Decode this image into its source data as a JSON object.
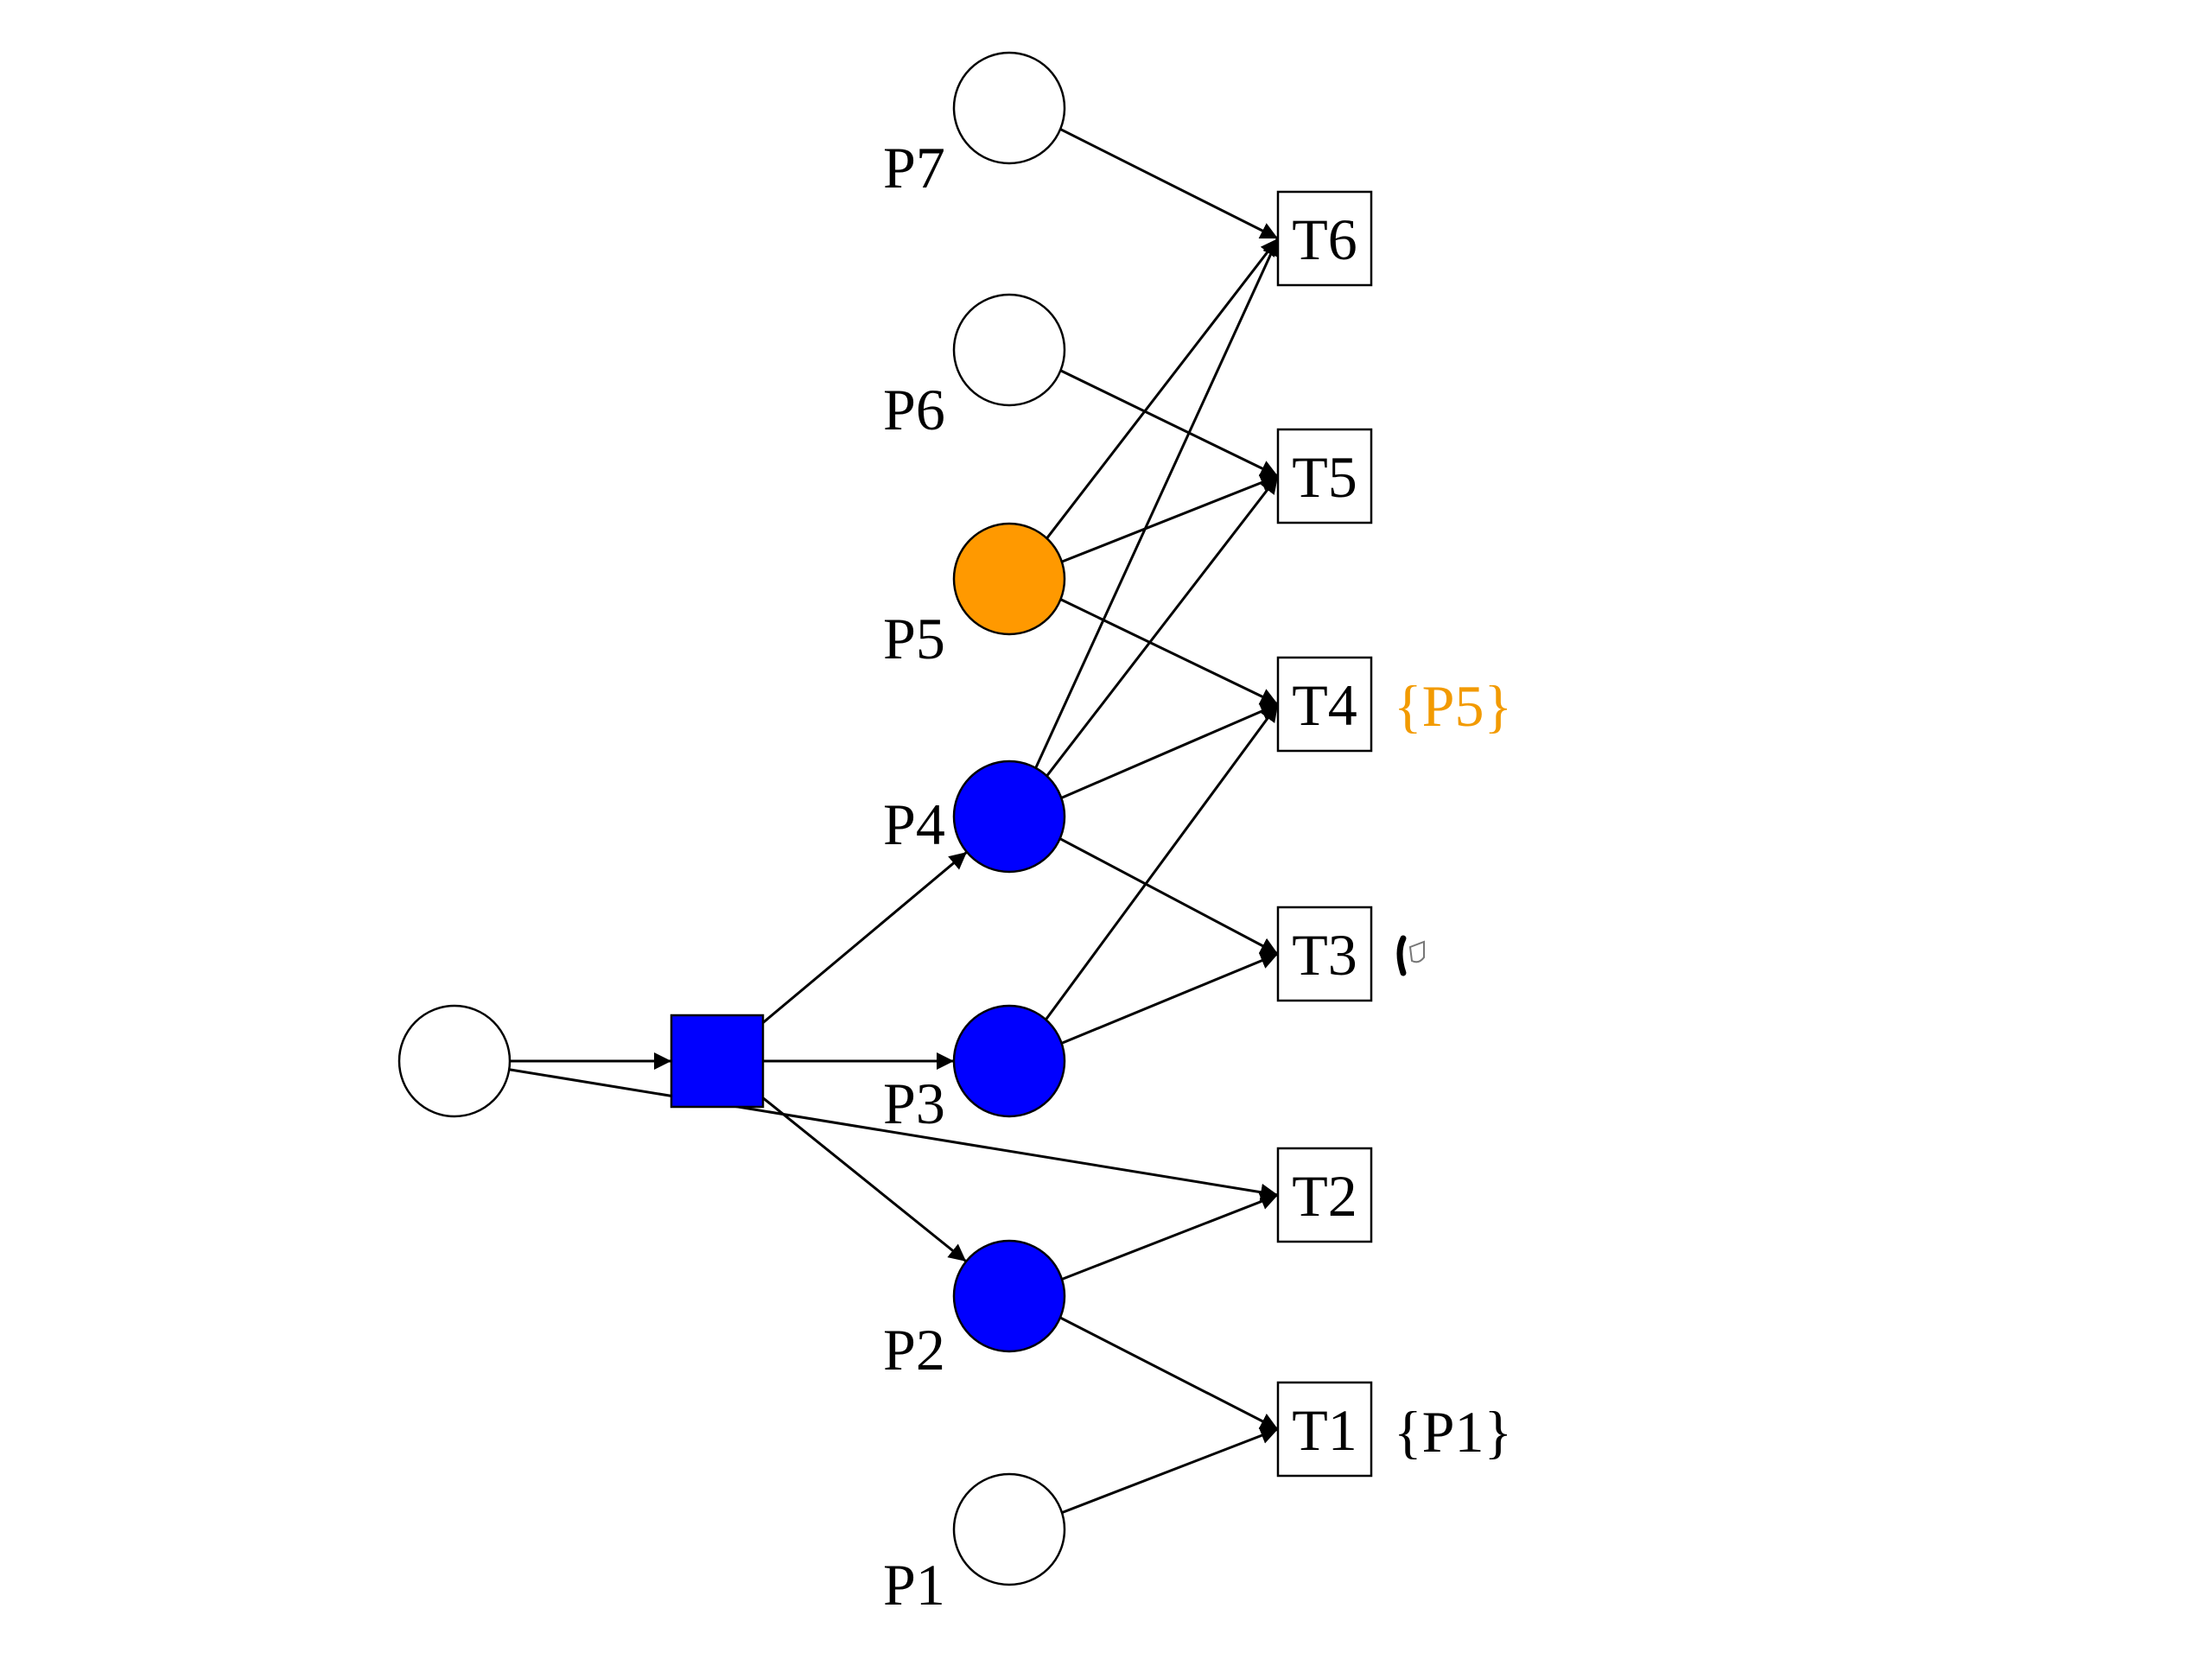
{
  "colors": {
    "stroke": "#000000",
    "empty": "#ffffff",
    "token_blue": "#0000ff",
    "token_orange": "#ff9900",
    "annotation_black": "#000000",
    "annotation_orange": "#f29a00"
  },
  "places": [
    {
      "id": "P7",
      "label": "P7",
      "fill": "empty"
    },
    {
      "id": "P6",
      "label": "P6",
      "fill": "empty"
    },
    {
      "id": "P5",
      "label": "P5",
      "fill": "token_orange"
    },
    {
      "id": "P4",
      "label": "P4",
      "fill": "token_blue"
    },
    {
      "id": "P3",
      "label": "P3",
      "fill": "token_blue"
    },
    {
      "id": "P2",
      "label": "P2",
      "fill": "token_blue"
    },
    {
      "id": "P1",
      "label": "P1",
      "fill": "empty"
    },
    {
      "id": "P0",
      "label": "",
      "fill": "empty"
    }
  ],
  "transitions": [
    {
      "id": "T6",
      "label": "T6"
    },
    {
      "id": "T5",
      "label": "T5"
    },
    {
      "id": "T4",
      "label": "T4"
    },
    {
      "id": "T3",
      "label": "T3"
    },
    {
      "id": "T2",
      "label": "T2"
    },
    {
      "id": "T1",
      "label": "T1"
    },
    {
      "id": "T0",
      "label": "",
      "fill": "token_blue"
    }
  ],
  "annotations": [
    {
      "id": "T4",
      "text": "{P5}",
      "color": "annotation_orange"
    },
    {
      "id": "T1",
      "text": "{P1}",
      "color": "annotation_black"
    },
    {
      "id": "T3",
      "icon": "cursor-glyph-icon"
    }
  ],
  "arcs": [
    {
      "from": "P0",
      "to": "T0"
    },
    {
      "from": "P0",
      "to": "T2"
    },
    {
      "from": "T0",
      "to": "P4"
    },
    {
      "from": "T0",
      "to": "P3"
    },
    {
      "from": "T0",
      "to": "P2"
    },
    {
      "from": "P7",
      "to": "T6"
    },
    {
      "from": "P6",
      "to": "T5"
    },
    {
      "from": "P5",
      "to": "T6"
    },
    {
      "from": "P5",
      "to": "T5"
    },
    {
      "from": "P5",
      "to": "T4"
    },
    {
      "from": "P4",
      "to": "T6"
    },
    {
      "from": "P4",
      "to": "T5"
    },
    {
      "from": "P4",
      "to": "T4"
    },
    {
      "from": "P4",
      "to": "T3"
    },
    {
      "from": "P3",
      "to": "T4"
    },
    {
      "from": "P3",
      "to": "T3"
    },
    {
      "from": "P2",
      "to": "T2"
    },
    {
      "from": "P2",
      "to": "T1"
    },
    {
      "from": "P1",
      "to": "T1"
    }
  ]
}
